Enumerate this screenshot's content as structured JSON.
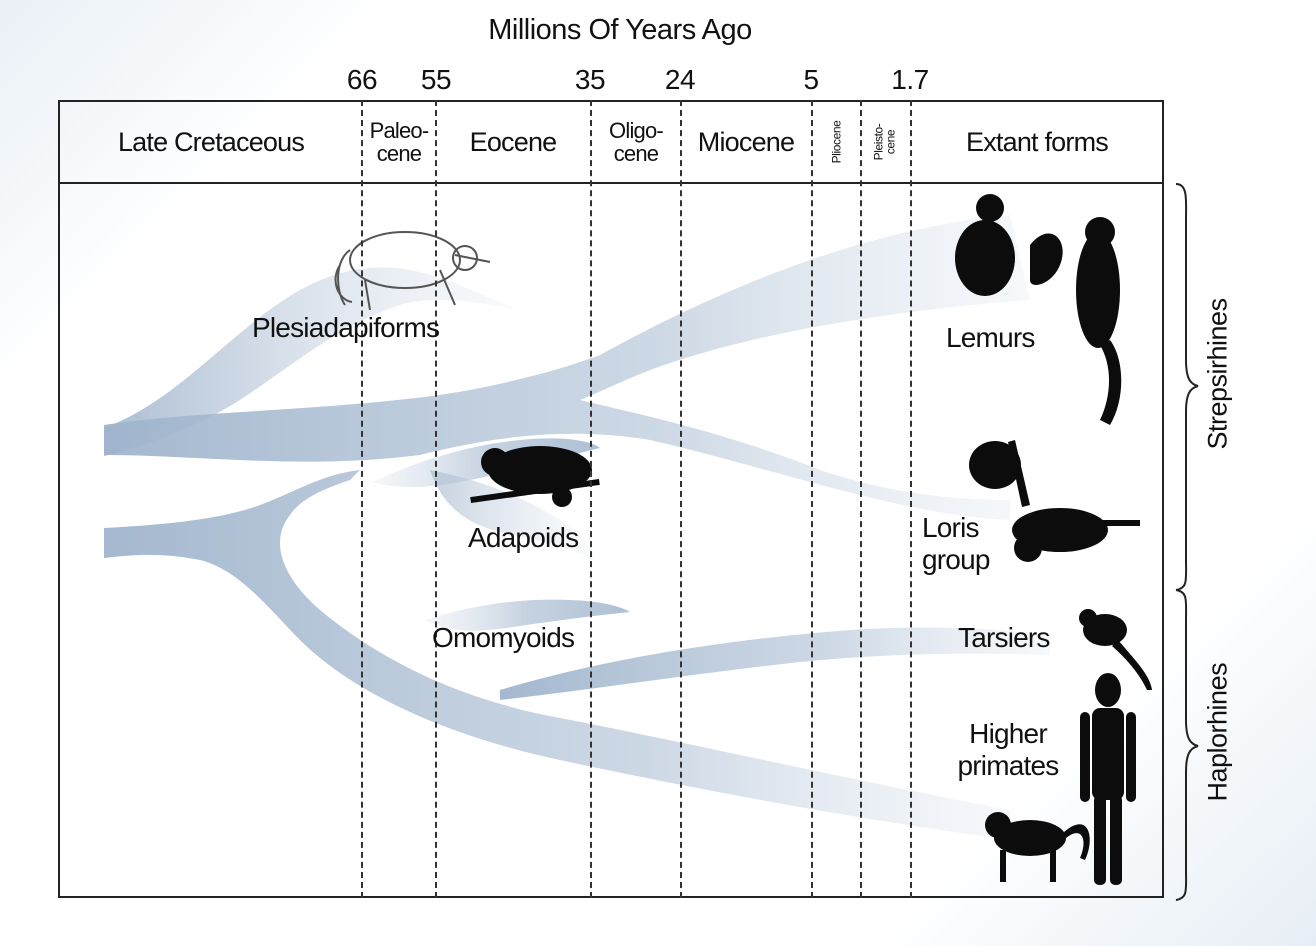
{
  "title": "Millions Of Years Ago",
  "ticks": [
    "66",
    "55",
    "35",
    "24",
    "5",
    "1.7"
  ],
  "periods": {
    "late_cretaceous": "Late Cretaceous",
    "paleocene": "Paleo-\ncene",
    "eocene": "Eocene",
    "oligocene": "Oligo-\ncene",
    "miocene": "Miocene",
    "pliocene": "Pliocene",
    "pleistocene": "Pleisto-\ncene",
    "extant": "Extant forms"
  },
  "taxa": {
    "plesiadapiforms": "Plesiadapiforms",
    "adapoids": "Adapoids",
    "omomyoids": "Omomyoids",
    "lemurs": "Lemurs",
    "loris": "Loris\ngroup",
    "tarsiers": "Tarsiers",
    "higher_primates": "Higher\nprimates"
  },
  "groups": {
    "strepsirhines": "Strepsirhines",
    "haplorhines": "Haplorhines"
  },
  "colors": {
    "flow": "#a9bcd2",
    "ink": "#111111",
    "silhouette": "#0c0c0c"
  }
}
